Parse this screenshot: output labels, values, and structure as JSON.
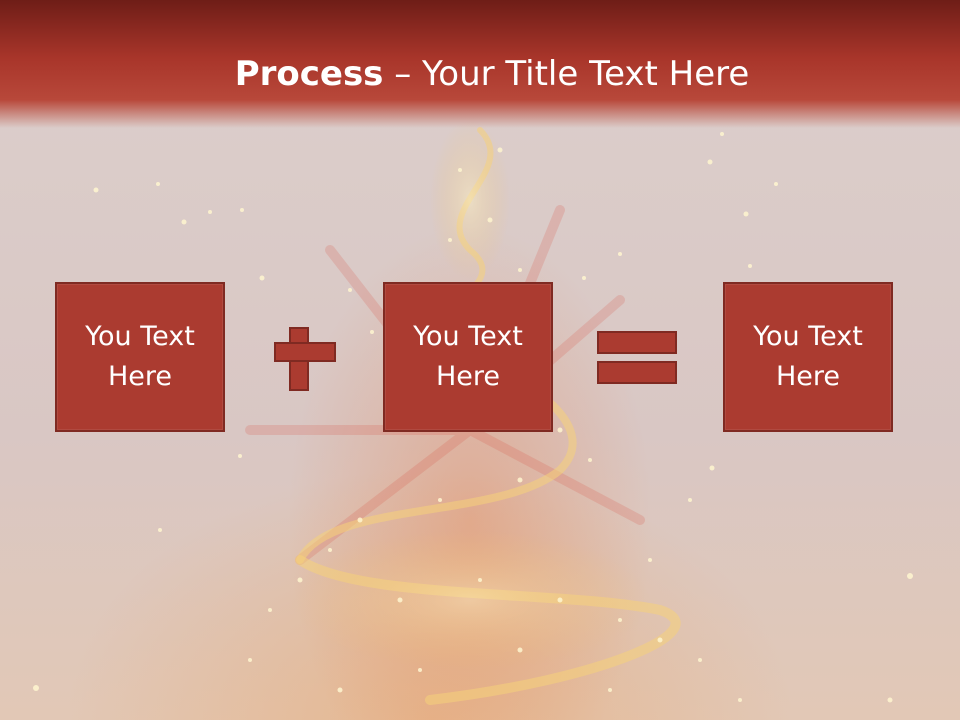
{
  "title": {
    "bold": "Process",
    "rest": " – Your Title Text Here"
  },
  "boxes": [
    {
      "text": "You Text Here"
    },
    {
      "text": "You Text Here"
    },
    {
      "text": "You Text Here"
    }
  ],
  "operators": [
    "plus-icon",
    "equals-icon"
  ],
  "colors": {
    "header": "#a8352a",
    "box": "#ab3b30",
    "box_border": "#7f2a22",
    "background": "#d8c9c6"
  }
}
